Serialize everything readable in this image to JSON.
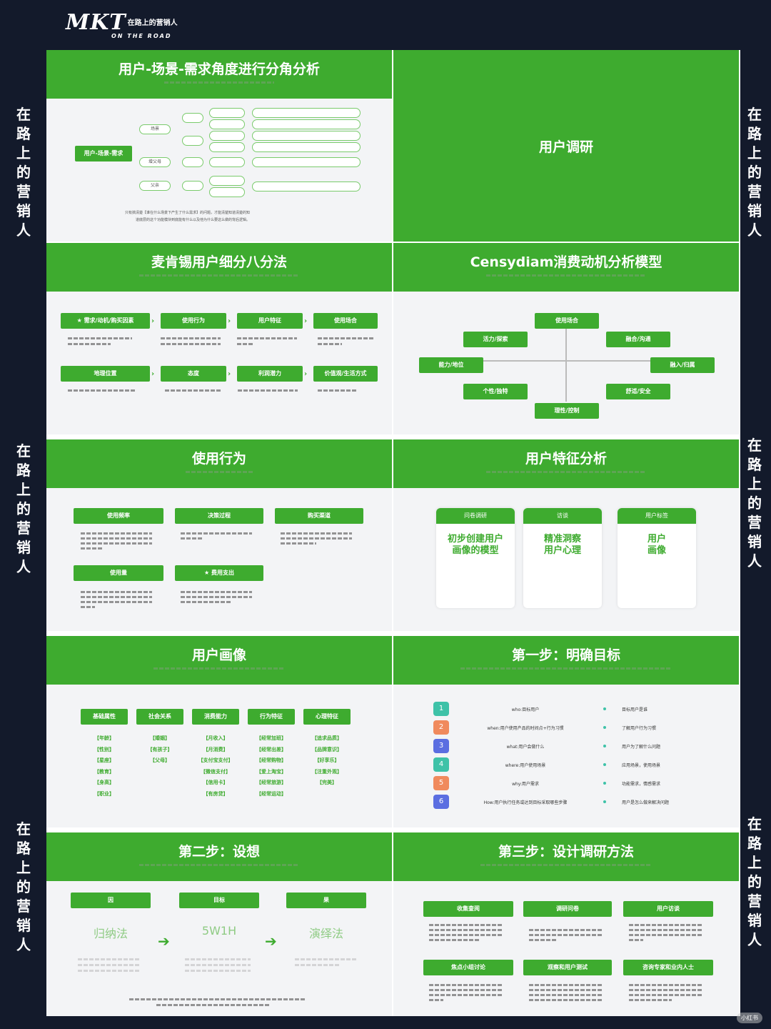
{
  "brand": {
    "logo": "MKT",
    "logo_cn": "在路上的营销人",
    "tagline": "ON THE ROAD"
  },
  "side_label": "在\n路\n上\n的\n营\n销\n人",
  "colors": {
    "bg": "#131a2b",
    "accent": "#3eab2f"
  },
  "slides": {
    "s1": {
      "title": "用户-场景-需求角度进行分角分析",
      "root": "用户-场景-需求",
      "branches": [
        "场景",
        "增父母",
        "父亲"
      ],
      "note1": "只有搞清楚【谁在什么场景下产生了什么需求】的问题，才能清楚知道清楚的知",
      "note2": "道底层的这个功能模块到底能有什么以及他为什么要这么做的背后逻辑。"
    },
    "s2": {
      "title": "用户调研"
    },
    "s3": {
      "title": "麦肯锡用户细分八分法",
      "items": [
        "需求/动机/购买因素",
        "使用行为",
        "用户特征",
        "使用场合",
        "地理位置",
        "态度",
        "利润潜力",
        "价值观/生活方式"
      ]
    },
    "s4": {
      "title": "Censydiam消费动机分析模型",
      "nodes": [
        "使用场合",
        "活力/探索",
        "融合/沟通",
        "能力/地位",
        "融入/归属",
        "个性/独特",
        "舒适/安全",
        "理性/控制"
      ]
    },
    "s5": {
      "title": "使用行为",
      "items": [
        "使用频率",
        "决策过程",
        "购买渠道",
        "使用量",
        "费用支出"
      ]
    },
    "s6": {
      "title": "用户特征分析",
      "cards": [
        {
          "head": "问卷调研",
          "body": "初步创建用户画像的模型"
        },
        {
          "head": "访谈",
          "body": "精准洞察用户心理"
        },
        {
          "head": "用户标签",
          "body": "用户画像"
        }
      ]
    },
    "s7": {
      "title": "用户画像",
      "cols": [
        {
          "h": "基础属性",
          "rows": [
            "【年龄】",
            "【性别】",
            "【星座】",
            "【教育】",
            "【身高】",
            "【职业】"
          ]
        },
        {
          "h": "社会关系",
          "rows": [
            "【婚姻】",
            "【有孩子】",
            "【父母】"
          ]
        },
        {
          "h": "消费能力",
          "rows": [
            "【月收入】",
            "【月消费】",
            "【支付宝支付】",
            "【微信支付】",
            "【信用卡】",
            "【有房贷】"
          ]
        },
        {
          "h": "行为特征",
          "rows": [
            "【经常加班】",
            "【经常出差】",
            "【经常购物】",
            "【爱上淘宝】",
            "【经常旅游】",
            "【经常运动】"
          ]
        },
        {
          "h": "心理特征",
          "rows": [
            "【追求品质】",
            "【品牌意识】",
            "【好享乐】",
            "【注重外观】",
            "【完美】"
          ]
        }
      ]
    },
    "s8": {
      "title": "第一步：明确目标",
      "rows": [
        {
          "n": "1",
          "q": "who:目标用户",
          "a": "目标用户是谁"
        },
        {
          "n": "2",
          "q": "when:用户使用产品的时间点+行为习惯",
          "a": "了解用户行为习惯"
        },
        {
          "n": "3",
          "q": "what:用户会做什么",
          "a": "用户为了解什么问题"
        },
        {
          "n": "4",
          "q": "where:用户使用场景",
          "a": "应用场景，使用场景"
        },
        {
          "n": "5",
          "q": "why:用户需求",
          "a": "功能需求，情感需求"
        },
        {
          "n": "6",
          "q": "How:用户执行任务或达到目标采取哪些步骤",
          "a": "用户是怎么做来解决问题"
        }
      ]
    },
    "s9": {
      "title": "第二步：设想",
      "cols": [
        {
          "h": "因",
          "b": "归纳法"
        },
        {
          "h": "目标",
          "b": "5W1H"
        },
        {
          "h": "果",
          "b": "演绎法"
        }
      ]
    },
    "s10": {
      "title": "第三步：设计调研方法",
      "items": [
        "收集查阅",
        "调研问卷",
        "用户访谈",
        "焦点小组讨论",
        "观察和用户测试",
        "咨询专家和业内人士"
      ]
    }
  },
  "watermark": "小红书"
}
